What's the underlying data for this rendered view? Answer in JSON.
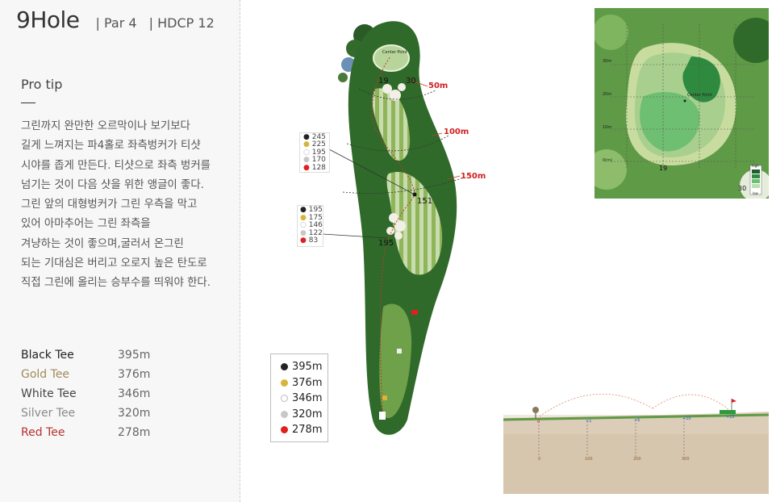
{
  "hole": {
    "name": "9Hole",
    "par": "| Par 4",
    "hdcp": "| HDCP 12"
  },
  "pro_tip": {
    "title": "Pro tip",
    "text": "그린까지 완만한 오르막이나 보기보다\n길게 느껴지는 파4홀로 좌측벙커가 티샷\n시야를 좁게 만든다. 티샷으로 좌측 벙커를\n넘기는 것이 다음 샷을 위한 앵글이 좋다.\n그린 앞의 대형벙커가 그린 우측을 막고\n있어 아마추어는 그린 좌측을\n겨냥하는 것이 좋으며,굴러서 온그린\n되는 기대심은 버리고 오로지 높은 탄도로\n직접 그린에 올리는 승부수를 띄워야 한다."
  },
  "tees": [
    {
      "name": "Black Tee",
      "distance": "395m",
      "color": "#222222"
    },
    {
      "name": "Gold Tee",
      "distance": "376m",
      "color": "#a08a5a"
    },
    {
      "name": "White Tee",
      "distance": "346m",
      "color": "#444444"
    },
    {
      "name": "Silver Tee",
      "distance": "320m",
      "color": "#8a8a8a"
    },
    {
      "name": "Red Tee",
      "distance": "278m",
      "color": "#b83030"
    }
  ],
  "legend": [
    {
      "label": "395m",
      "color": "#222222"
    },
    {
      "label": "376m",
      "color": "#d6b53a"
    },
    {
      "label": "346m",
      "color": "#ffffff"
    },
    {
      "label": "320m",
      "color": "#c8c8c8"
    },
    {
      "label": "278m",
      "color": "#e02020"
    }
  ],
  "map": {
    "marker_50": "50m",
    "marker_100": "100m",
    "marker_150": "150m",
    "green_19": "19",
    "green_30": "30",
    "point_151": "151",
    "point_195": "195",
    "green_point_label": "Center Point",
    "callout_upper": [
      "245",
      "225",
      "195",
      "170",
      "128"
    ],
    "callout_lower": [
      "195",
      "175",
      "146",
      "122",
      "83"
    ]
  },
  "green_detail": {
    "grid_labels": [
      "30m",
      "20m",
      "10m",
      "0(m)"
    ],
    "center_label": "Center Point",
    "mark_19": "19",
    "mark_30": "30",
    "scale_high": "high",
    "scale_low": "low"
  },
  "profile": {
    "elevations": [
      "0",
      "+1",
      "+6",
      "+10",
      "+15"
    ],
    "distances": [
      "0",
      "100",
      "200",
      "300"
    ]
  },
  "colors": {
    "fairway": "#6a9a3a",
    "rough": "#2f6a2a",
    "bunker": "#f2efe6",
    "shot_line": "#c0392b",
    "profile_fill": "#d7c6ae"
  }
}
